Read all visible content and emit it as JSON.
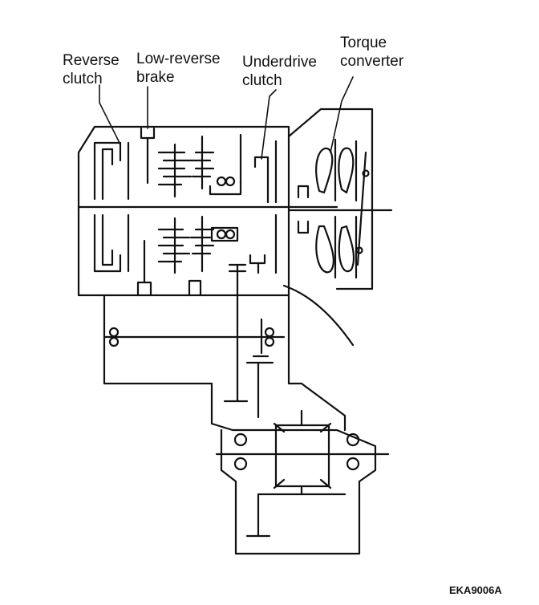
{
  "labels": {
    "reverse_clutch": [
      "Reverse",
      "clutch"
    ],
    "low_reverse_brake": [
      "Low-reverse",
      "brake"
    ],
    "underdrive_clutch": [
      "Underdrive",
      "clutch"
    ],
    "torque_converter": [
      "Torque",
      "converter"
    ]
  },
  "figure_code": "EKA9006A",
  "colors": {
    "ink": "#111111",
    "background": "#ffffff"
  }
}
